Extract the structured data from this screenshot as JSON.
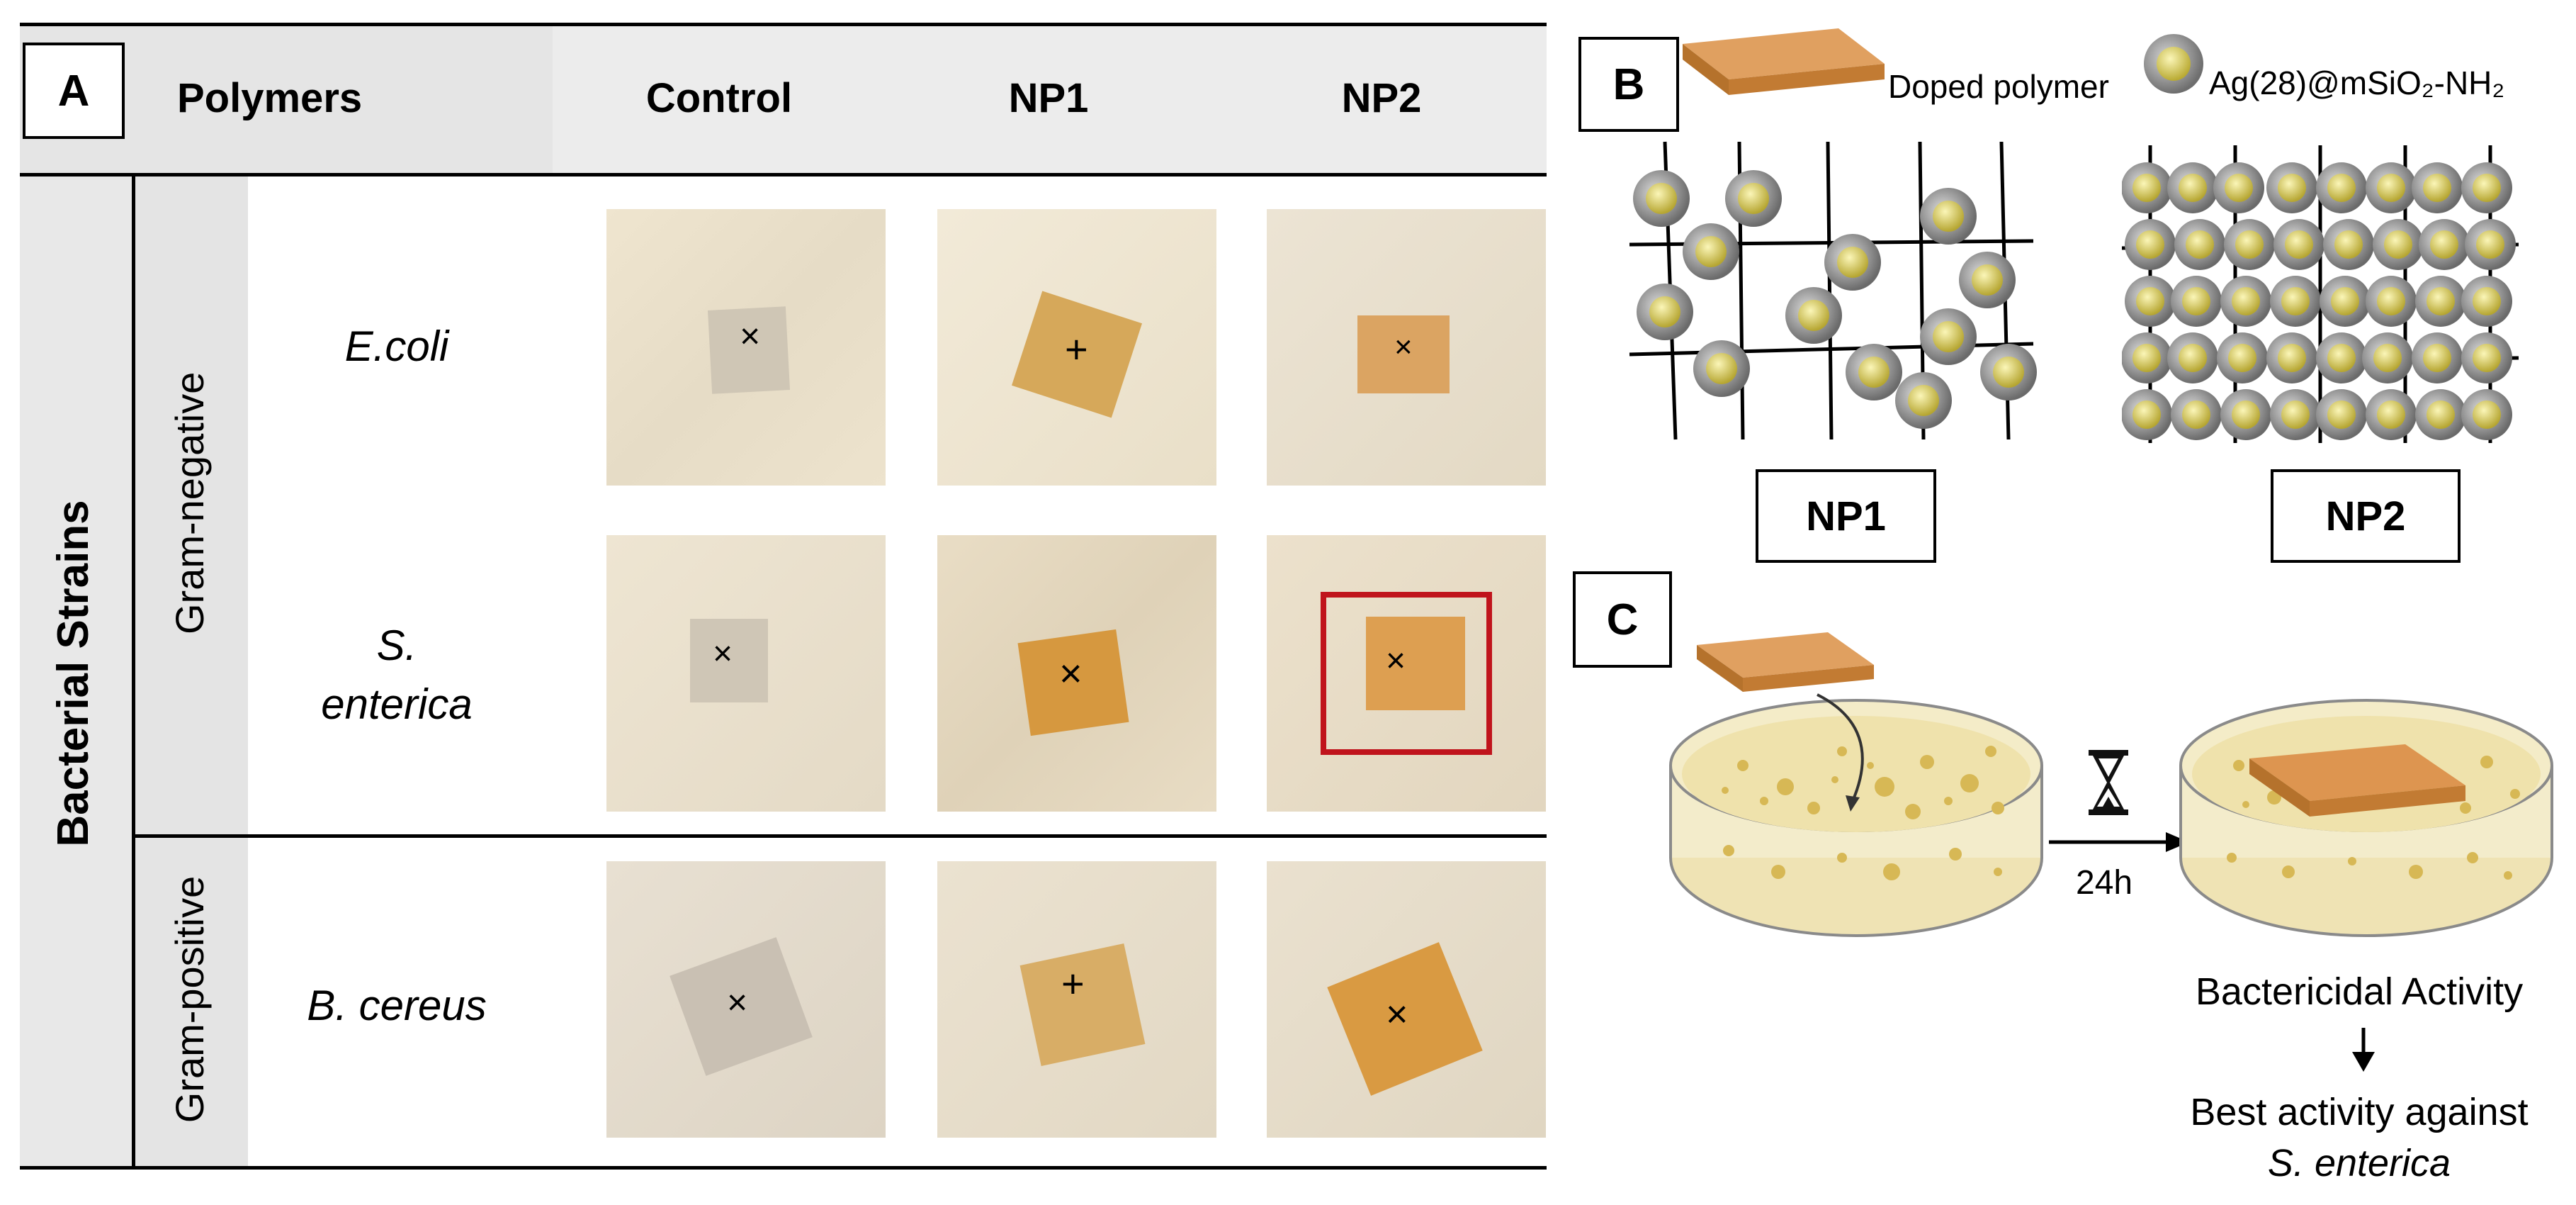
{
  "panel_a": {
    "label": "A",
    "header": {
      "polymers": "Polymers",
      "control": "Control",
      "np1": "NP1",
      "np2": "NP2"
    },
    "bacterial_strains": "Bacterial Strains",
    "gram_negative": "Gram-negative",
    "gram_positive": "Gram-positive",
    "strains": {
      "ecoli": "E.coli",
      "senterica_1": "S.",
      "senterica_2": "enterica",
      "bcereus": "B. cereus"
    }
  },
  "panel_b": {
    "label": "B",
    "legend_polymer": "Doped polymer",
    "legend_particle": "Ag(28)@mSiO₂-NH₂",
    "np1": "NP1",
    "np2": "NP2"
  },
  "panel_c": {
    "label": "C",
    "time": "24h",
    "activity": "Bactericidal Activity",
    "best_line1": "Best activity against",
    "best_line2": "S. enterica"
  },
  "colors": {
    "header_bg": "#e6e6e6",
    "side_bg": "#e8e8e8",
    "polymer": "#d68a3c",
    "highlight_box": "#c0141c"
  }
}
